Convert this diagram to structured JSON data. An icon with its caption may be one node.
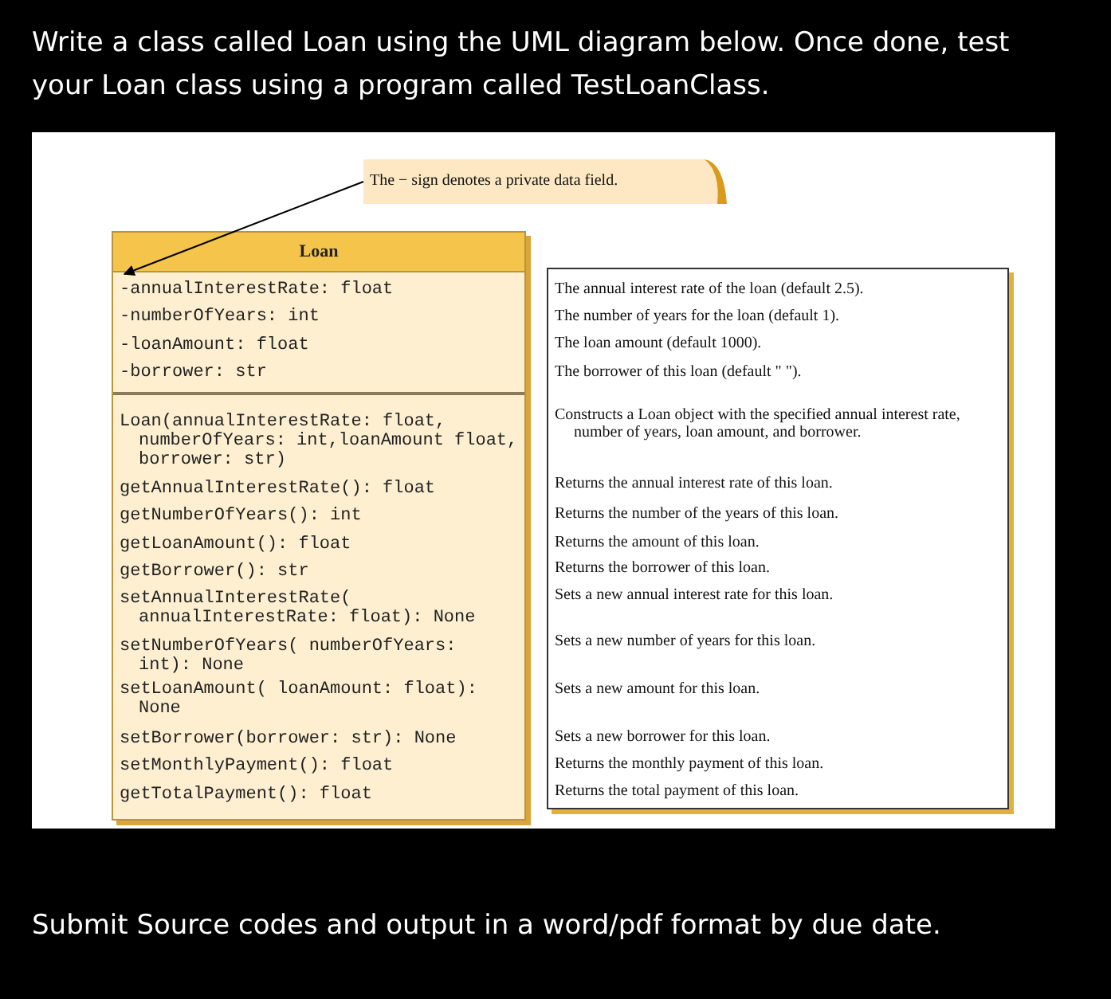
{
  "diagram": {
    "title": "Write a class called Loan using the UML diagram below. Once done, test your Loan class using a program called TestLoanClass.",
    "caption": "Submit Source codes and output in a word/pdf format by due date.",
    "nodes": [
      {
        "text": [
          "The − sign denotes a private data field."
        ]
      },
      {
        "text": [
          "Loan"
        ]
      },
      {
        "text": [
          "-annualInterestRate: float",
          "-numberOfYears: int",
          "-loanAmount: float",
          "-borrower: str"
        ],
        "in": 1
      },
      {
        "text": [
          "Loan(annualInterestRate: float, numberOfYears: int,loanAmount float, borrower: str)",
          "getAnnualInterestRate(): float",
          "getNumberOfYears(): int",
          "getLoanAmount(): float",
          "getBorrower(): str",
          "setAnnualInterestRate( annualInterestRate: float): None",
          "setNumberOfYears( numberOfYears: int): None",
          "setLoanAmount( loanAmount: float): None",
          "setBorrower(borrower: str): None",
          "setMonthlyPayment(): float",
          "getTotalPayment(): float"
        ],
        "in": 1
      },
      {
        "text": [
          "The annual interest rate of the loan (default 2.5).",
          "The number of years for the loan (default 1).",
          "The loan amount (default 1000).",
          "The borrower of this loan (default \" \").",
          "Constructs a Loan object with the specified annual interest rate, number of years, loan amount, and borrower.",
          "Returns the annual interest rate of this loan.",
          "Returns the number of the years of this loan.",
          "Returns the amount of this loan.",
          "Returns the borrower of this loan.",
          "Sets a new annual interest rate for this loan.",
          "Sets a new number of years for this loan.",
          "Sets a new amount for this loan.",
          "Sets a new borrower for this loan.",
          "Returns the monthly payment of this loan.",
          "Returns the total payment of this loan."
        ]
      }
    ],
    "edges": [
      {
        "from": 0,
        "to": 2,
        "arrow": "to"
      }
    ]
  }
}
